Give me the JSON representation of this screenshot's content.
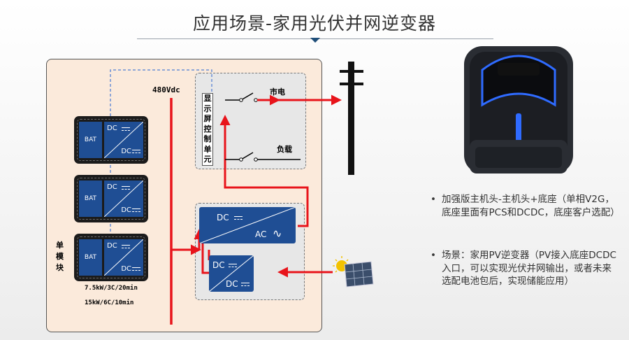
{
  "title": "应用场景-家用光伏并网逆变器",
  "diagram": {
    "battery_modules": [
      {
        "bat": "BAT",
        "dc_top": "DC",
        "dc_bottom": "DC"
      },
      {
        "bat": "BAT",
        "dc_top": "DC",
        "dc_bottom": "DC"
      },
      {
        "bat": "BAT",
        "dc_top": "DC",
        "dc_bottom": "DC"
      }
    ],
    "bus_label": "480Vdc",
    "display_unit": "显示屏控制单元",
    "grid_label": "市电",
    "load_label": "负载",
    "module_label": "单模块",
    "spec_1": "7.5kW/3C/20min",
    "spec_2": "15kW/6C/10min",
    "inverter": {
      "dc": "DC",
      "ac": "AC"
    },
    "dcdc": {
      "top": "DC",
      "bottom": "DC"
    },
    "colors": {
      "line": "#e8141b",
      "block": "#1f4e94",
      "signal": "#6b8fd6"
    }
  },
  "notes": [
    "加强版主机头-主机头+底座（单相V2G，底座里面有PCS和DCDC，底座客户选配）",
    "场景：家用PV逆变器（PV接入底座DCDC入口，可以实现光伏并网输出，或者未来选配电池包后，实现储能应用）"
  ]
}
